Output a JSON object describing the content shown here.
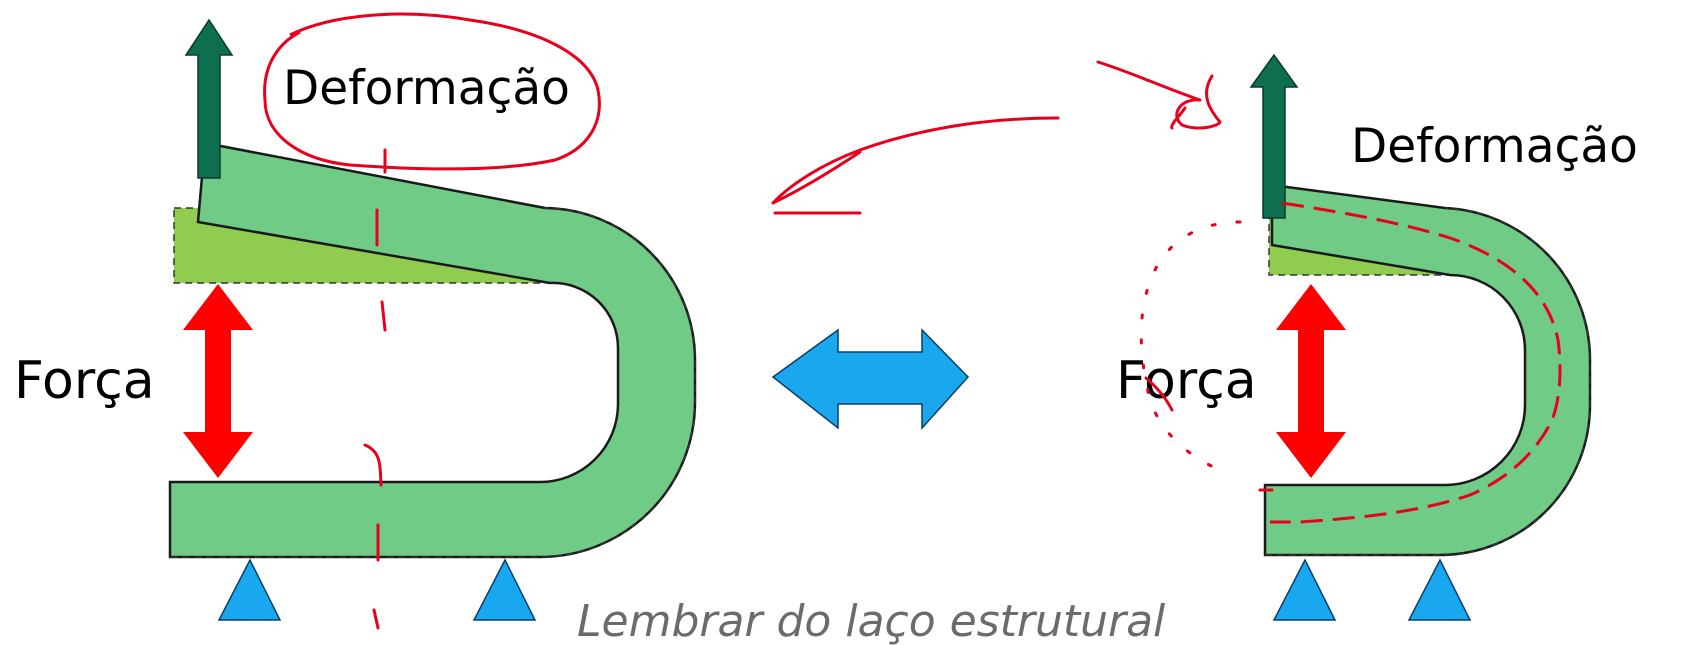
{
  "left_panel": {
    "deformation_label": "Deformação",
    "force_label": "Força"
  },
  "right_panel": {
    "deformation_label": "Deformação",
    "force_label": "Força"
  },
  "caption": "Lembrar do laço estrutural",
  "colors": {
    "beam_green": "#6fcb86",
    "beam_light": "#8fd9b6",
    "frame_lime": "#8fcc4f",
    "deformation_arrow": "#0d6e50",
    "force_arrow": "#ff0000",
    "double_arrow": "#1aa7ee",
    "support_triangle": "#19a8ef",
    "annotation_red": "#e8001c",
    "caption_gray": "#6b6b6b"
  },
  "icons": {
    "deformation_arrow": "up-arrow-icon",
    "force_arrow": "vertical-double-arrow-icon",
    "center_arrow": "horizontal-double-arrow-icon",
    "support": "triangle-support-icon"
  }
}
